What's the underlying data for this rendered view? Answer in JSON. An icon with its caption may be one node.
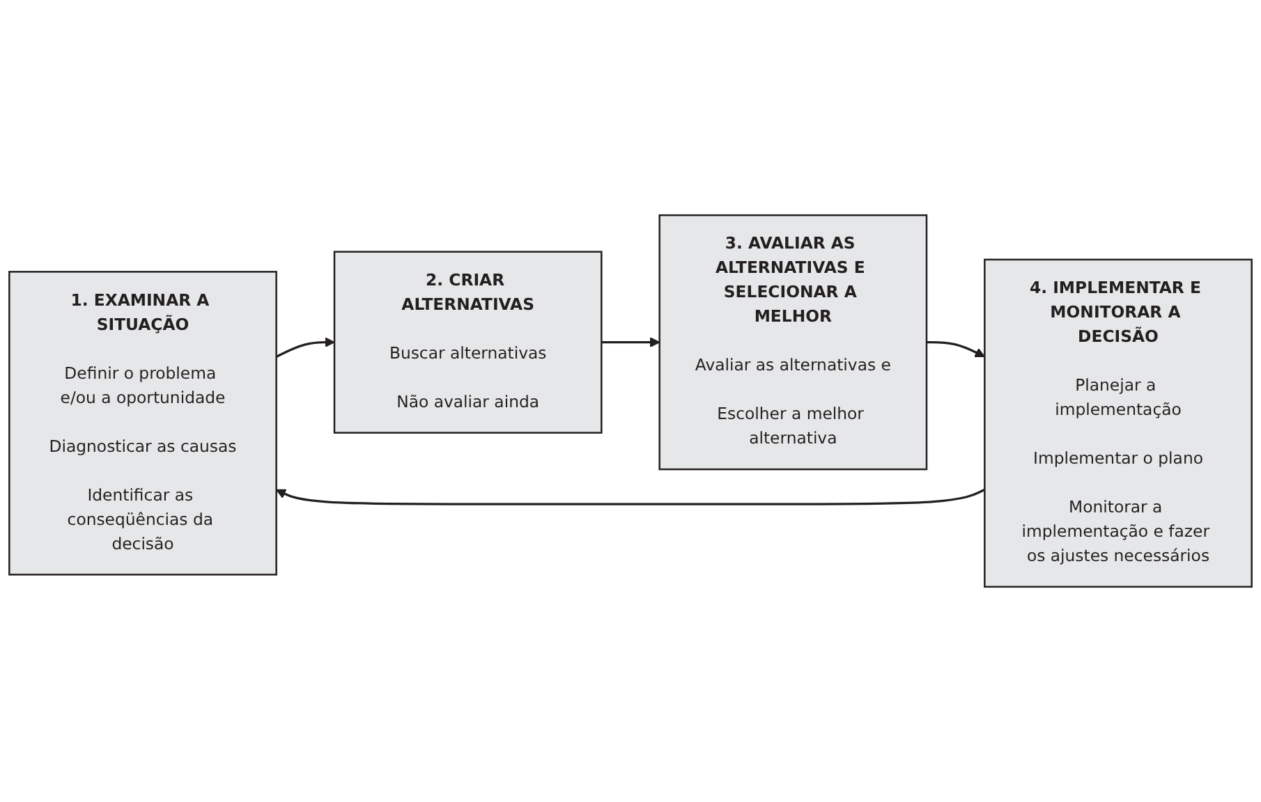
{
  "diagram": {
    "nodes": [
      {
        "text": [
          "1. EXAMINAR A SITUAÇÃO",
          "Definir o problema e/ou a oportunidade",
          "Diagnosticar as causas",
          "Identificar as conseqüências da decisão"
        ]
      },
      {
        "text": [
          "2. CRIAR ALTERNATIVAS",
          "Buscar alternativas",
          "Não avaliar ainda"
        ]
      },
      {
        "text": [
          "3. AVALIAR AS ALTERNATIVAS E SELECIONAR A MELHOR",
          "Avaliar as alternativas e",
          "Escolher a melhor alternativa"
        ]
      },
      {
        "text": [
          "4. IMPLEMENTAR E MONITORAR A DECISÃO",
          "Planejar a implementação",
          "Implementar o plano",
          "Monitorar a implementação e fazer os ajustes necessários"
        ]
      }
    ],
    "edges": [
      {
        "from": 0,
        "to": 1,
        "arrow": "to"
      },
      {
        "from": 1,
        "to": 2,
        "arrow": "to"
      },
      {
        "from": 2,
        "to": 3,
        "arrow": "to"
      },
      {
        "from": 3,
        "to": 0,
        "arrow": "to"
      }
    ]
  }
}
